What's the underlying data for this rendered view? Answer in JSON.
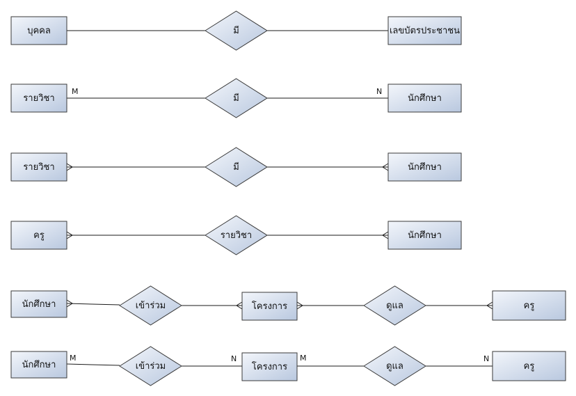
{
  "rows": [
    {
      "left": "บุคคล",
      "rel": "มี",
      "right": "เลขบัตรประชาชน",
      "card_left": "",
      "card_right": ""
    },
    {
      "left": "รายวิชา",
      "rel": "มี",
      "right": "นักศึกษา",
      "card_left": "M",
      "card_right": "N"
    },
    {
      "left": "รายวิชา",
      "rel": "มี",
      "right": "นักศึกษา",
      "card_left": "",
      "card_right": ""
    },
    {
      "left": "ครู",
      "rel": "รายวิชา",
      "right": "นักศึกษา",
      "card_left": "",
      "card_right": ""
    }
  ],
  "chain_crowfoot": {
    "e1": "นักศึกษา",
    "r1": "เข้าร่วม",
    "e2": "โครงการ",
    "r2": "ดูแล",
    "e3": "ครู"
  },
  "chain_mn": {
    "e1": "นักศึกษา",
    "r1": "เข้าร่วม",
    "e2": "โครงการ",
    "r2": "ดูแล",
    "e3": "ครู",
    "c1": "M",
    "c2": "N",
    "c3": "M",
    "c4": "N"
  },
  "colors": {
    "entity_top": "#eef2f9",
    "entity_bottom": "#bccbe2",
    "stroke": "#3a3a3a"
  }
}
